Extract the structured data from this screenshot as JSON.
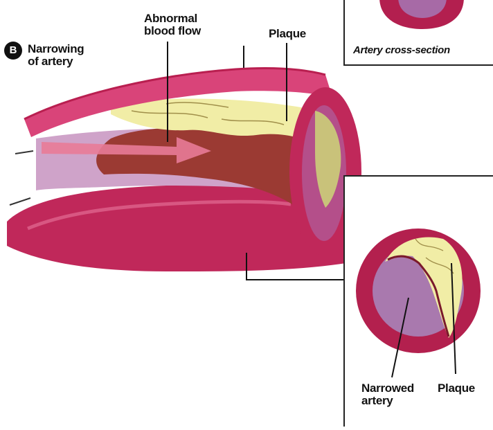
{
  "panel_b": {
    "badge": "B",
    "title_line1": "Narrowing",
    "title_line2": "of artery"
  },
  "labels": {
    "abnormal_flow_line1": "Abnormal",
    "abnormal_flow_line2": "blood flow",
    "plaque_top": "Plaque",
    "artery_cross_section": "Artery cross-section",
    "narrowed_artery_line1": "Narrowed",
    "narrowed_artery_line2": "artery",
    "plaque_inset": "Plaque"
  },
  "colors": {
    "artery_wall": "#c0285a",
    "artery_wall_light": "#e05a86",
    "plaque": "#f3f0a8",
    "blood": "#9a3a2e",
    "lumen": "#c9a3c8",
    "flow_arrow": "#e86a8c"
  }
}
